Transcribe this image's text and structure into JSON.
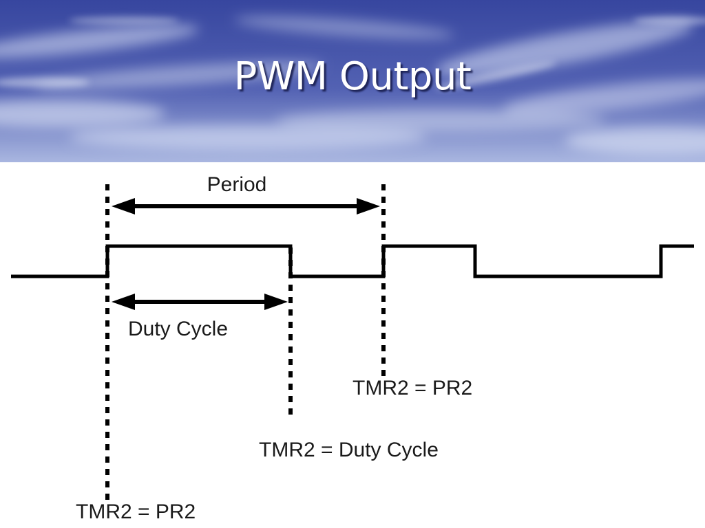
{
  "slide": {
    "title": "PWM Output"
  },
  "diagram": {
    "labels": {
      "period": "Period",
      "duty_cycle": "Duty Cycle",
      "tmr2_pr2_first": "TMR2 = PR2",
      "tmr2_pr2_second": "TMR2 = PR2",
      "tmr2_duty_cycle": "TMR2 = Duty Cycle"
    }
  },
  "colors": {
    "sky_dark": "#3f4fa6",
    "sky_light": "#b9c6e6",
    "waveform": "#000000",
    "label_text": "#1a1a1a"
  }
}
